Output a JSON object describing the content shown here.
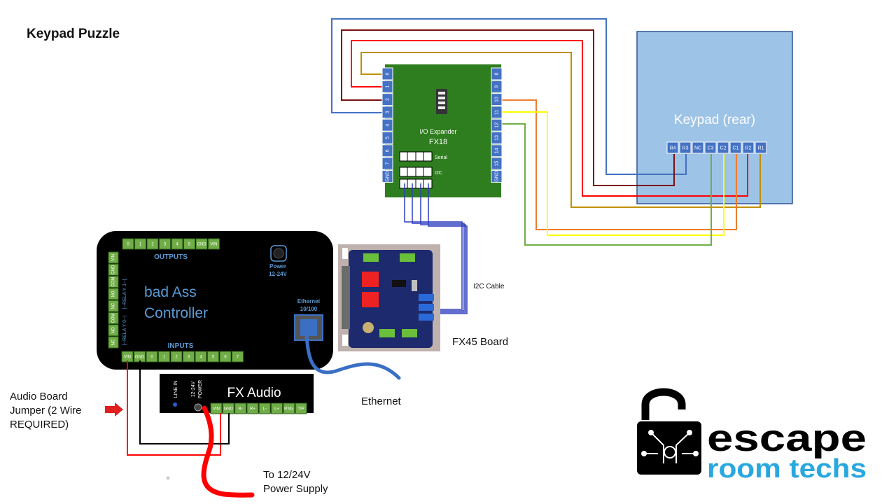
{
  "title": "Keypad Puzzle",
  "keypad": {
    "label": "Keypad (rear)",
    "pins": [
      "R4",
      "R3",
      "NC",
      "C3",
      "C2",
      "C1",
      "R2",
      "R1"
    ]
  },
  "expander": {
    "name_line1": "I/O Expander",
    "name_line2": "FX18",
    "left_pins": [
      "0",
      "1",
      "2",
      "3",
      "4",
      "5",
      "6",
      "7",
      "GND"
    ],
    "right_pins": [
      "8",
      "9",
      "10",
      "11",
      "12",
      "13",
      "14",
      "15",
      "GND"
    ],
    "serial_label": "Serial",
    "i2c_label": "I2C"
  },
  "controller": {
    "name_line1": "bad Ass",
    "name_line2": "Controller",
    "outputs_label": "OUTPUTS",
    "output_pins": [
      "0",
      "1",
      "2",
      "3",
      "4",
      "5",
      "GND",
      "VIN"
    ],
    "inputs_label": "INPUTS",
    "input_pins": [
      "VIN",
      "GND",
      "0",
      "1",
      "2",
      "3",
      "4",
      "5",
      "6",
      "7"
    ],
    "relay_pins": [
      "VIN",
      "GND",
      "COM",
      "NO",
      "NC",
      "COM",
      "NO",
      "NC"
    ],
    "relay1_label": "|--RELA Y 1--|",
    "relay0_label": "|--RELA Y 0--|",
    "power_label_line1": "Power",
    "power_label_line2": "12-24V",
    "ethernet_label_line1": "Ethernet",
    "ethernet_label_line2": "10/100"
  },
  "audio": {
    "name": "FX Audio",
    "line_in": "LINE IN",
    "power_line1": "12-24V",
    "power_line2": "POWER",
    "pins": [
      "VIN",
      "GND",
      "R-",
      "R+",
      "L-",
      "L+",
      "RNG",
      "TIP"
    ]
  },
  "fx45": {
    "caption": "FX45 Board"
  },
  "labels": {
    "i2c_cable": "I2C Cable",
    "ethernet": "Ethernet",
    "jumper_line1": "Audio Board",
    "jumper_line2": "Jumper (2 Wire",
    "jumper_line3": "REQUIRED)",
    "power_line1": "To 12/24V",
    "power_line2": "Power Supply"
  },
  "logo": {
    "word1": "escape",
    "word2": "room techs"
  },
  "colors": {
    "keypad_fill": "#9dc3e6",
    "keypad_border": "#2f5597",
    "pcb_green": "#2e7d1e",
    "header_green": "#70ad47",
    "pin_blue": "#4472c4",
    "controller_body": "#000000",
    "wire_blue": "#4472c4",
    "wire_darkred": "#7b1010",
    "wire_red": "#ff0000",
    "wire_gold": "#bf9000",
    "wire_orange": "#ed7d31",
    "wire_yellow": "#ffff00",
    "wire_green": "#70ad47",
    "logo_cyan": "#29a8e0"
  }
}
